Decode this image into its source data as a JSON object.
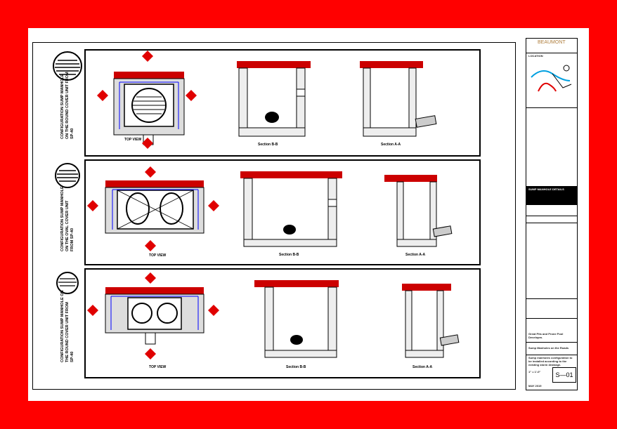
{
  "sheet": {
    "logo": "BEAUMONT",
    "sheet_number": "S—01",
    "scale_label": "1\" = 1'-0\"",
    "date_label": "MAY 2019"
  },
  "panels": [
    {
      "note": "CONFIGURATION SUMP MANHOLE\nON THE ROUND COVER UNIT FROM\nSP-40",
      "top_view": "TOP VIEW",
      "section_b": "Section B-B",
      "section_a": "Section A-A"
    },
    {
      "note": "CONFIGURATION SUMP MANHOLE\nON THE OVAL COVER UNIT\nFROM SP-40",
      "top_view": "TOP VIEW",
      "section_b": "Section B-B",
      "section_a": "Section A-A"
    },
    {
      "note": "CONFIGURATION SUMP MANHOLE ON\nTHE ROUND COVER UNIT FROM\nSP-40",
      "top_view": "TOP VIEW",
      "section_b": "Section B-B",
      "section_a": "Section A-A"
    }
  ],
  "title_block": {
    "location_label": "LOCATION",
    "description": "SUMP MANHOLE DETAILS",
    "project": "Great Pits and Prone Pool Developm.",
    "drawing_title": "Sump Manholes on the Roads",
    "remarks": "Sump manholes configuration to be installed according to the existing storm drainage."
  },
  "colors": {
    "background": "#ff0000",
    "sheet": "#ffffff",
    "rebar": "#0000ff",
    "paving": "#cc0000",
    "marker": "#e00000"
  }
}
